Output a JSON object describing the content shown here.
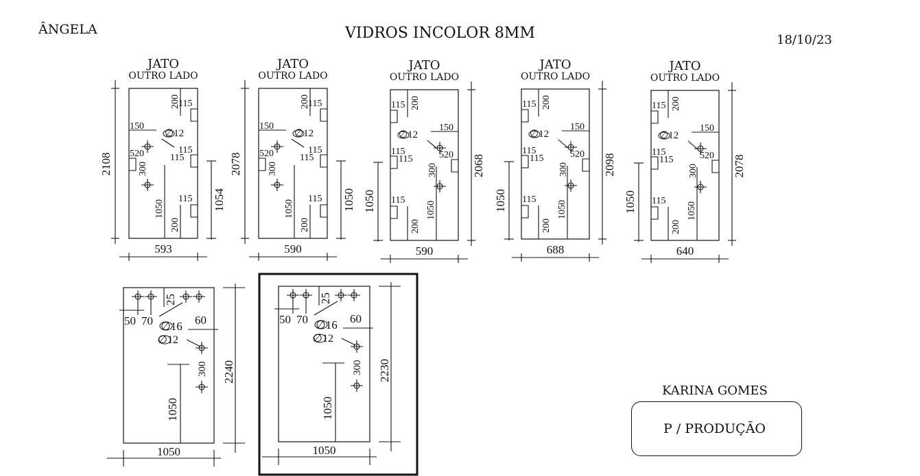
{
  "header": {
    "client": "ÂNGELA",
    "title": "VIDROS INCOLOR 8MM",
    "date": "18/10/23"
  },
  "doors": [
    {
      "label": "JATO",
      "sublabel": "OUTRO LADO",
      "height": "2108",
      "width": "593",
      "handle_height": "1054",
      "dims": {
        "hinge_top": "200",
        "hinge_bottom": "200",
        "hinge_top_w": "115",
        "hinge_mid_w": "115",
        "hinge_bottom_w": "115",
        "lock_offset": "150",
        "lock_height": "520",
        "lock_spacing": "300",
        "lock_floor": "1050",
        "hole": "∅12",
        "lock_box": "115"
      }
    },
    {
      "label": "JATO",
      "sublabel": "OUTRO LADO",
      "height": "2078",
      "width": "590",
      "handle_height": "1050",
      "dims": {
        "hinge_top": "200",
        "hinge_bottom": "200",
        "hinge_top_w": "115",
        "hinge_mid_w": "115",
        "hinge_bottom_w": "115",
        "lock_offset": "150",
        "lock_height": "520",
        "lock_spacing": "300",
        "lock_floor": "1050",
        "hole": "∅12",
        "lock_box": "115"
      }
    },
    {
      "label": "JATO",
      "sublabel": "OUTRO LADO",
      "height": "2068",
      "width": "590",
      "handle_height": "1050",
      "dims": {
        "hinge_top": "200",
        "hinge_bottom": "200",
        "hinge_top_w": "115",
        "hinge_mid_w": "115",
        "hinge_bottom_w": "115",
        "lock_offset": "150",
        "lock_height": "520",
        "lock_spacing": "300",
        "lock_floor": "1050",
        "hole": "∅12",
        "lock_box": "115"
      }
    },
    {
      "label": "JATO",
      "sublabel": "OUTRO LADO",
      "height": "2098",
      "width": "688",
      "handle_height": "1050",
      "dims": {
        "hinge_top": "200",
        "hinge_bottom": "200",
        "hinge_top_w": "115",
        "hinge_mid_w": "115",
        "hinge_bottom_w": "115",
        "lock_offset": "150",
        "lock_height": "520",
        "lock_spacing": "300",
        "lock_floor": "1050",
        "hole": "∅12",
        "lock_box": "115"
      }
    },
    {
      "label": "JATO",
      "sublabel": "OUTRO LADO",
      "height": "2078",
      "width": "640",
      "handle_height": "1050",
      "dims": {
        "hinge_top": "200",
        "hinge_bottom": "200",
        "hinge_top_w": "115",
        "hinge_mid_w": "115",
        "hinge_bottom_w": "115",
        "lock_offset": "150",
        "lock_height": "520",
        "lock_spacing": "300",
        "lock_floor": "1050",
        "hole": "∅12",
        "lock_box": "115"
      }
    }
  ],
  "panels": [
    {
      "height": "2240",
      "width": "1050",
      "floor": "1050",
      "hole_large": "∅16",
      "hole_small": "∅12",
      "spacing_a": "50",
      "spacing_b": "70",
      "top_gap": "25",
      "side": "60",
      "vertical": "300",
      "highlighted": false
    },
    {
      "height": "2230",
      "width": "1050",
      "floor": "1050",
      "hole_large": "∅16",
      "hole_small": "∅12",
      "spacing_a": "50",
      "spacing_b": "70",
      "top_gap": "25",
      "side": "60",
      "vertical": "300",
      "highlighted": true
    }
  ],
  "footer": {
    "customer": "KARINA GOMES",
    "badge": "P / PRODUÇÃO"
  }
}
